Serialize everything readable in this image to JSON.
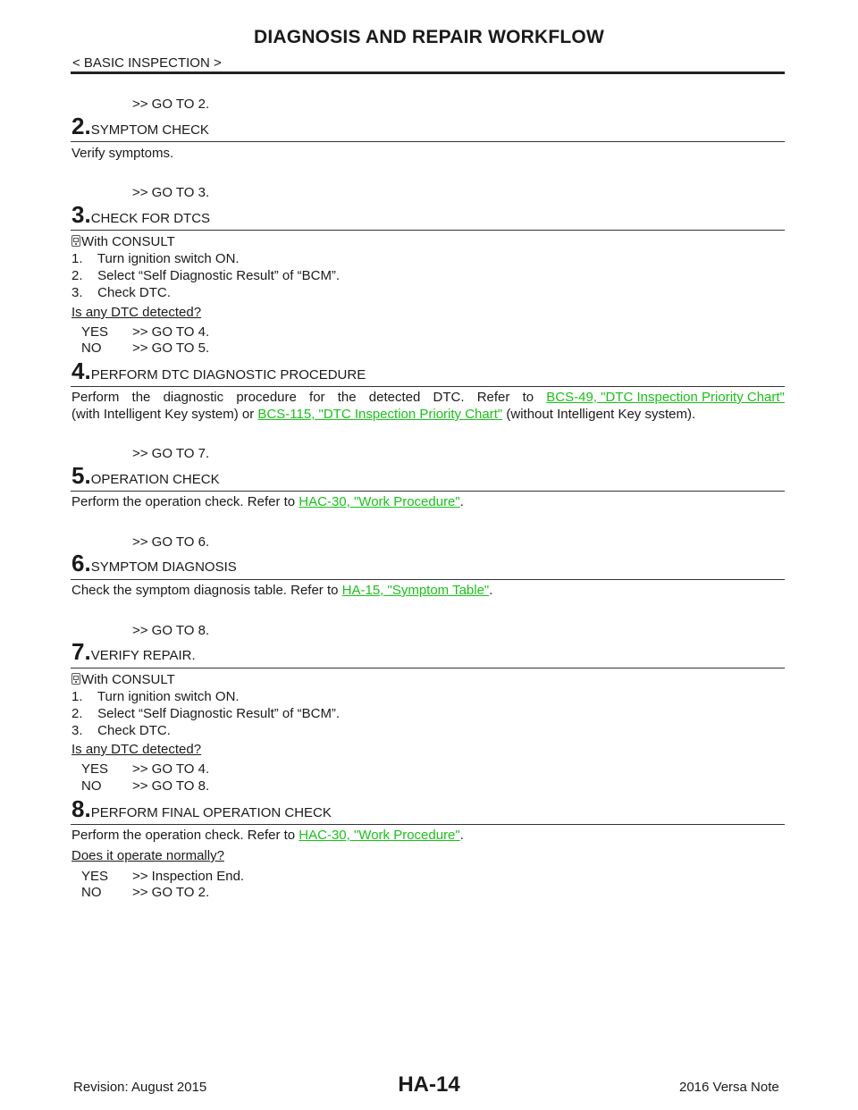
{
  "header": {
    "title": "DIAGNOSIS AND REPAIR WORKFLOW",
    "breadcrumb": "< BASIC INSPECTION >"
  },
  "step1": {
    "goto": ">> GO TO 2."
  },
  "step2": {
    "number": "2.",
    "title": "SYMPTOM CHECK",
    "text": "Verify symptoms.",
    "goto": ">> GO TO 3."
  },
  "step3": {
    "number": "3.",
    "title": "CHECK FOR DTCS",
    "tool": "With CONSULT",
    "items": [
      "1.    Turn ignition switch ON.",
      "2.    Select “Self Diagnostic Result” of “BCM”.",
      "3.    Check DTC."
    ],
    "question": "Is any DTC detected?",
    "yes_label": "YES",
    "yes_goto": ">> GO TO 4.",
    "no_label": "NO",
    "no_goto": ">> GO TO 5."
  },
  "step4": {
    "number": "4.",
    "title": "PERFORM DTC DIAGNOSTIC PROCEDURE",
    "line1_words": [
      "Perform",
      "the",
      "diagnostic",
      "procedure",
      "for",
      "the",
      "detected",
      "DTC.",
      "Refer",
      "to"
    ],
    "line1_link": "BCS-49, \"DTC Inspection Priority Chart\"",
    "line2_prefix": "(with Intelligent Key system) or",
    "line2_link": "BCS-115, \"DTC Inspection Priority Chart\"",
    "line2_suffix": "(without Intelligent Key system).",
    "goto": ">> GO TO 7."
  },
  "step5": {
    "number": "5.",
    "title": "OPERATION CHECK",
    "text": "Perform the operation check. Refer to",
    "link": "HAC-30, \"Work Procedure\"",
    "end": ".",
    "goto": ">> GO TO 6."
  },
  "step6": {
    "number": "6.",
    "title": "SYMPTOM DIAGNOSIS",
    "text": "Check the symptom diagnosis table. Refer to",
    "link": "HA-15, \"Symptom Table\"",
    "end": ".",
    "goto": ">> GO TO 8."
  },
  "step7": {
    "number": "7.",
    "title": "VERIFY REPAIR.",
    "tool": "With CONSULT",
    "items": [
      "1.    Turn ignition switch ON.",
      "2.    Select “Self Diagnostic Result” of “BCM”.",
      "3.    Check DTC."
    ],
    "question": "Is any DTC detected?",
    "yes_label": "YES",
    "yes_goto": ">> GO TO 4.",
    "no_label": "NO",
    "no_goto": ">> GO TO 8."
  },
  "step8": {
    "number": "8.",
    "title": "PERFORM FINAL OPERATION CHECK",
    "text": "Perform the operation check. Refer to",
    "link": "HAC-30, \"Work Procedure\"",
    "end": ".",
    "question": "Does it operate normally?",
    "yes_label": "YES",
    "yes_goto": ">> Inspection End.",
    "no_label": "NO",
    "no_goto": ">> GO TO 2."
  },
  "footer": {
    "revision": "Revision: August 2015",
    "page": "HA-14",
    "model": "2016 Versa Note"
  }
}
